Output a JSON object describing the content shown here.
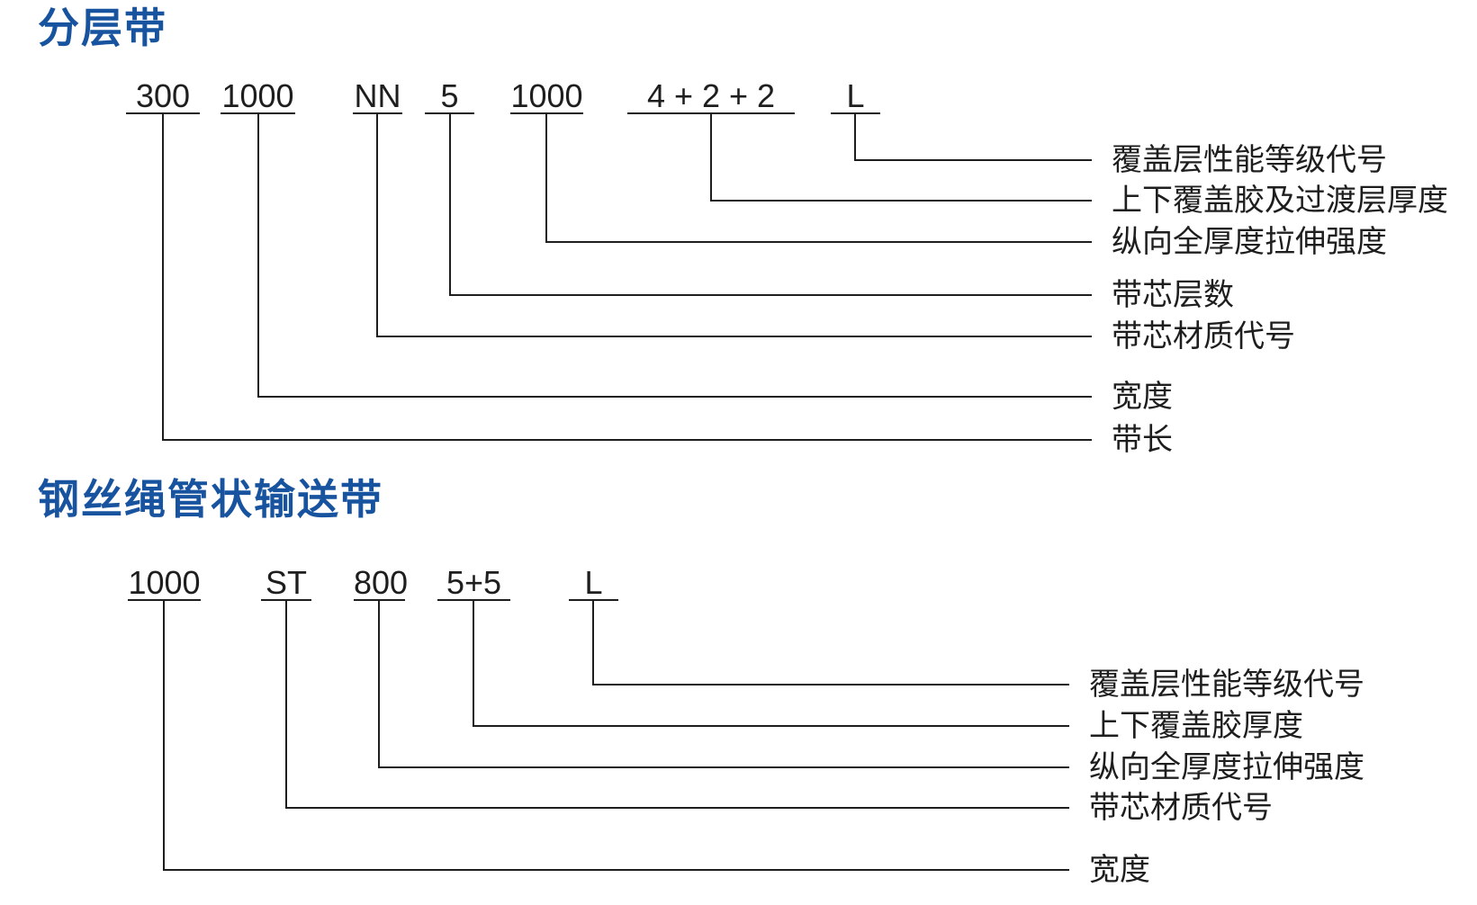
{
  "colors": {
    "title_blue": "#17539E",
    "line_ink": "#1e1e1e",
    "background": "#ffffff"
  },
  "section1": {
    "title": "分层带",
    "codes": [
      "300",
      "1000",
      "NN",
      "5",
      "1000",
      "4 + 2 + 2",
      "L"
    ],
    "labels": [
      "覆盖层性能等级代号",
      "上下覆盖胶及过渡层厚度",
      "纵向全厚度拉伸强度",
      "带芯层数",
      "带芯材质代号",
      "宽度",
      "带长"
    ]
  },
  "section2": {
    "title": "钢丝绳管状输送带",
    "codes": [
      "1000",
      "ST",
      "800",
      "5+5",
      "L"
    ],
    "labels": [
      "覆盖层性能等级代号",
      "上下覆盖胶厚度",
      "纵向全厚度拉伸强度",
      "带芯材质代号",
      "宽度"
    ]
  }
}
